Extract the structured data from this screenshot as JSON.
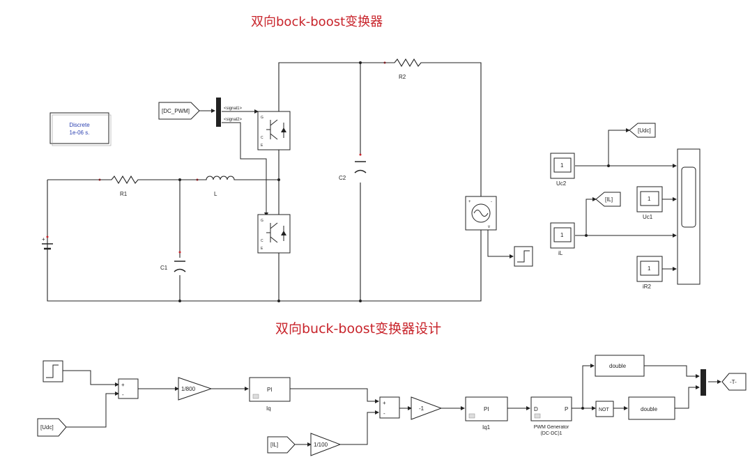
{
  "titles": {
    "top": "双向bock-boost变换器",
    "bottom": "双向buck-boost变换器设计"
  },
  "powergui": {
    "line1": "Discrete",
    "line2": "1e-06 s."
  },
  "top_diagram": {
    "goto_dc_pwm": "[DC_PWM]",
    "signal1": "<signal1>",
    "signal2": "<signal2>",
    "r1": "R1",
    "l": "L",
    "r2": "R2",
    "c1": "C1",
    "c2": "C2",
    "igbt_g": "G",
    "igbt_c": "C",
    "igbt_e": "E",
    "plus": "+",
    "vm_minus": "-",
    "vm_v": "v"
  },
  "scope_area": {
    "from_udc": "[Udc]",
    "from_il": "[IL]",
    "display_value": "1",
    "display_uc2": "Uc2",
    "display_uc1": "Uc1",
    "display_il": "iL",
    "display_ir2": "iR2"
  },
  "control": {
    "from_udc": "[Udc]",
    "from_il": "[IL]",
    "sum_plus": "+",
    "sum_minus": "-",
    "gain1": "1/800",
    "gain2": "-1",
    "gain3": "1/100",
    "pi_label": "PI",
    "pi1_name": "Iq",
    "pi2_name": "Iq1",
    "pwm_d": "D",
    "pwm_p": "P",
    "pwm_name1": "PWM Generator",
    "pwm_name2": "(DC-DC)1",
    "double1": "double",
    "double2": "double",
    "not_label": "NOT",
    "goto_t": "-T-"
  }
}
